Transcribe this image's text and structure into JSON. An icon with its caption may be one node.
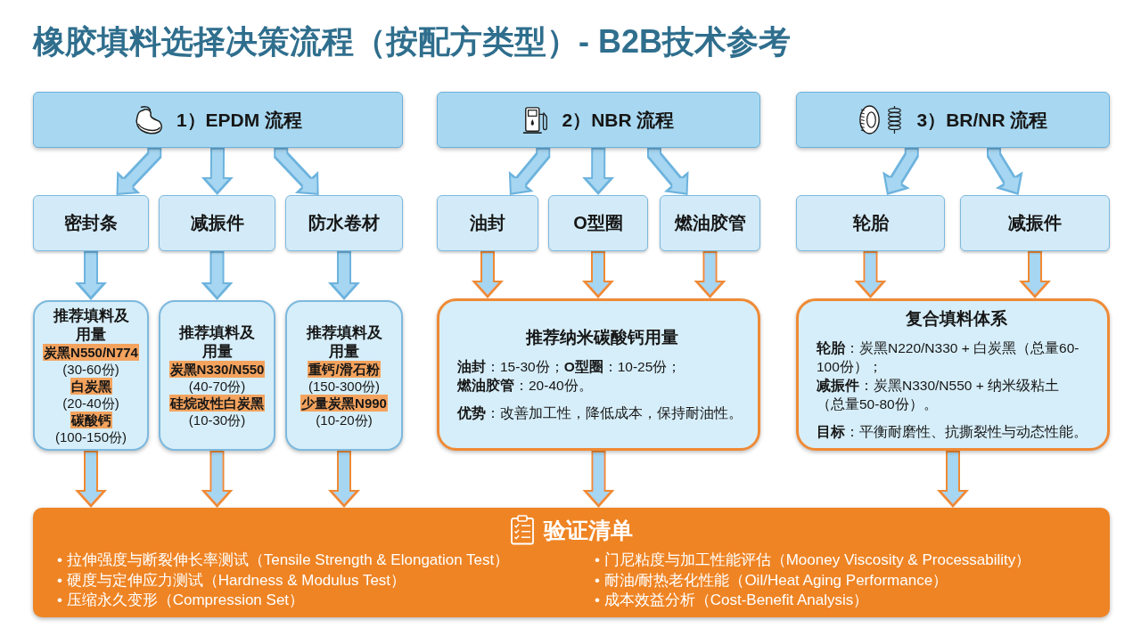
{
  "diagram": {
    "title": "橡胶填料选择决策流程（按配方类型）- B2B技术参考",
    "nodes": [
      {
        "text": [
          "1）EPDM 流程"
        ]
      },
      {
        "text": [
          "2）NBR 流程"
        ]
      },
      {
        "text": [
          "3）BR/NR 流程"
        ]
      },
      {
        "text": [
          "密封条"
        ]
      },
      {
        "text": [
          "减振件"
        ]
      },
      {
        "text": [
          "防水卷材"
        ]
      },
      {
        "text": [
          "油封"
        ]
      },
      {
        "text": [
          "O型圈"
        ]
      },
      {
        "text": [
          "燃油胶管"
        ]
      },
      {
        "text": [
          "轮胎"
        ]
      },
      {
        "text": [
          "减振件"
        ]
      },
      {
        "text": [
          "推荐填料及用量",
          "炭黑N550/N774",
          "(30-60份)",
          "白炭黑",
          "(20-40份)",
          "碳酸钙",
          "(100-150份)"
        ]
      },
      {
        "text": [
          "推荐填料及用量",
          "炭黑N330/N550",
          "(40-70份)",
          "硅烷改性白炭黑",
          "(10-30份)"
        ]
      },
      {
        "text": [
          "推荐填料及用量",
          "重钙/滑石粉",
          "(150-300份)",
          "少量炭黑N990",
          "(10-20份)"
        ]
      },
      {
        "text": [
          "推荐纳米碳酸钙用量",
          "**油封**：15-30份；**O型圈**：10-25份；**燃油胶管**：20-40份。",
          "**优势**：改善加工性，降低成本，保持耐油性。"
        ]
      },
      {
        "text": [
          "复合填料体系",
          "**轮胎**：炭黑N220/N330 + 白炭黑（总量60-100份）；",
          "**减振件**：炭黑N330/N550 + 纳米级粘土（总量50-80份）。",
          "**目标**：平衡耐磨性、抗撕裂性与动态性能。"
        ]
      },
      {
        "text": [
          "验证清单",
          "• 拉伸强度与断裂伸长率测试（Tensile Strength & Elongation Test）",
          "• 硬度与定伸应力测试（Hardness & Modulus Test）",
          "• 压缩永久变形（Compression Set）",
          "• 门尼粘度与加工性能评估（Mooney Viscosity & Processability）",
          "• 耐油/耐热老化性能（Oil/Heat Aging Performance）",
          "• 成本效益分析（Cost-Benefit Analysis）"
        ]
      }
    ],
    "edges": [
      {
        "from": 0,
        "to": 3,
        "arrow": "to"
      },
      {
        "from": 0,
        "to": 4,
        "arrow": "to"
      },
      {
        "from": 0,
        "to": 5,
        "arrow": "to"
      },
      {
        "from": 1,
        "to": 6,
        "arrow": "to"
      },
      {
        "from": 1,
        "to": 7,
        "arrow": "to"
      },
      {
        "from": 1,
        "to": 8,
        "arrow": "to"
      },
      {
        "from": 2,
        "to": 9,
        "arrow": "to"
      },
      {
        "from": 2,
        "to": 10,
        "arrow": "to"
      },
      {
        "from": 3,
        "to": 11,
        "arrow": "to"
      },
      {
        "from": 4,
        "to": 12,
        "arrow": "to"
      },
      {
        "from": 5,
        "to": 13,
        "arrow": "to"
      },
      {
        "from": 6,
        "to": 14,
        "arrow": "to",
        "color": "#ef8a35"
      },
      {
        "from": 7,
        "to": 14,
        "arrow": "to",
        "color": "#ef8a35"
      },
      {
        "from": 8,
        "to": 14,
        "arrow": "to",
        "color": "#ef8a35"
      },
      {
        "from": 9,
        "to": 15,
        "arrow": "to",
        "color": "#ef8a35"
      },
      {
        "from": 10,
        "to": 15,
        "arrow": "to",
        "color": "#ef8a35"
      },
      {
        "from": 11,
        "to": 16,
        "arrow": "to",
        "color": "#ef8a35"
      },
      {
        "from": 12,
        "to": 16,
        "arrow": "to",
        "color": "#ef8a35"
      },
      {
        "from": 13,
        "to": 16,
        "arrow": "to",
        "color": "#ef8a35"
      },
      {
        "from": 14,
        "to": 16,
        "arrow": "to",
        "color": "#ef8a35"
      },
      {
        "from": 15,
        "to": 16,
        "arrow": "to",
        "color": "#ef8a35"
      }
    ]
  }
}
